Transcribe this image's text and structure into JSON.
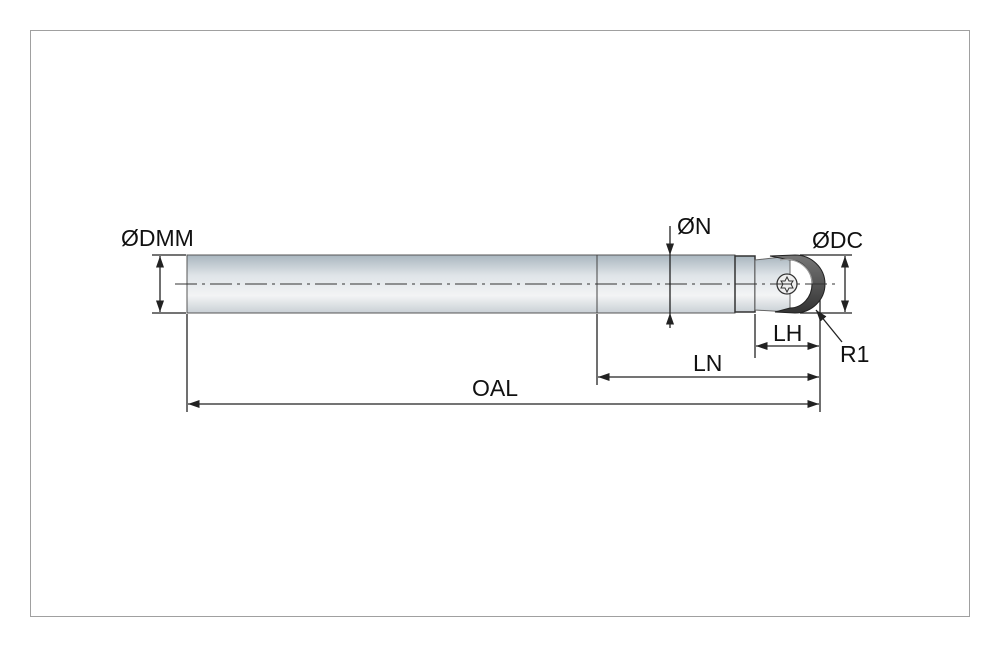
{
  "diagram": {
    "labels": {
      "dmm": "ØDMM",
      "n": "ØN",
      "dc": "ØDC",
      "lh": "LH",
      "ln": "LN",
      "oal": "OAL",
      "r1": "R1"
    },
    "colors": {
      "frame": "#a0a0a0",
      "shank_light": "#eef0f2",
      "shank_dark": "#a9b6bf",
      "insert": "#555555",
      "line": "#222222"
    }
  }
}
